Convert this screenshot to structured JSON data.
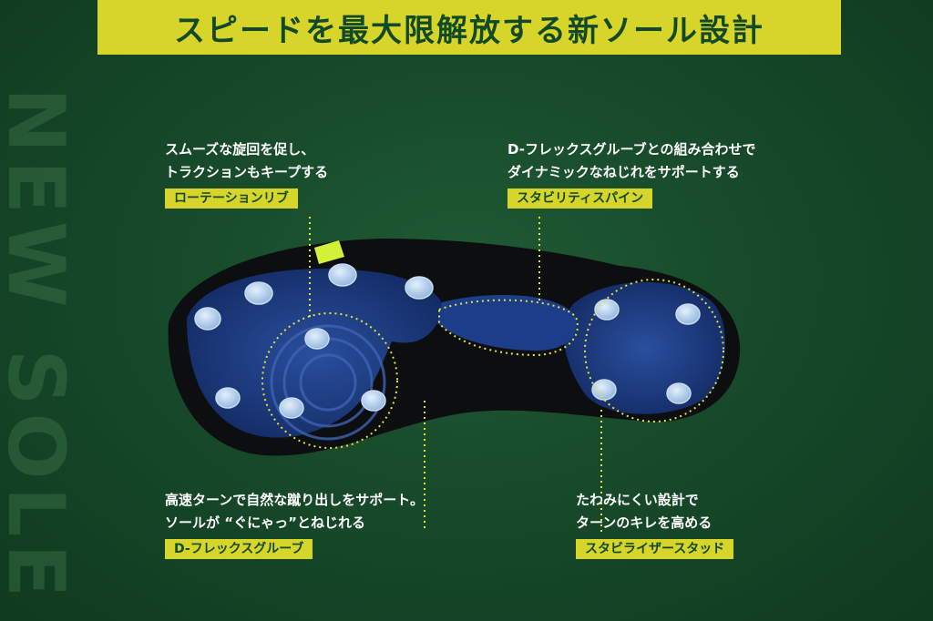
{
  "title": "スピードを最大限解放する新ソール設計",
  "watermark": "NEW SOLE",
  "callouts": [
    {
      "lines": [
        "スムーズな旋回を促し、",
        "トラクションもキープする"
      ],
      "tag": "ローテーションリブ"
    },
    {
      "lines": [
        "D-フレックスグルーブとの組み合わせで",
        "ダイナミックなねじれをサポートする"
      ],
      "tag": "スタビリティスパイン"
    },
    {
      "lines": [
        "高速ターンで自然な蹴り出しをサポート。",
        "ソールが “ぐにゃっ”とねじれる"
      ],
      "tag": "D-フレックスグルーブ"
    },
    {
      "lines": [
        "たわみにくい設計で",
        "ターンのキレを高める"
      ],
      "tag": "スタビライザースタッド"
    }
  ],
  "colors": {
    "background": "#174a2a",
    "accent": "#d8d52a",
    "accent_text": "#124a28",
    "sole_blue": "#1f3f8c",
    "stud": "#a9c8ea"
  }
}
